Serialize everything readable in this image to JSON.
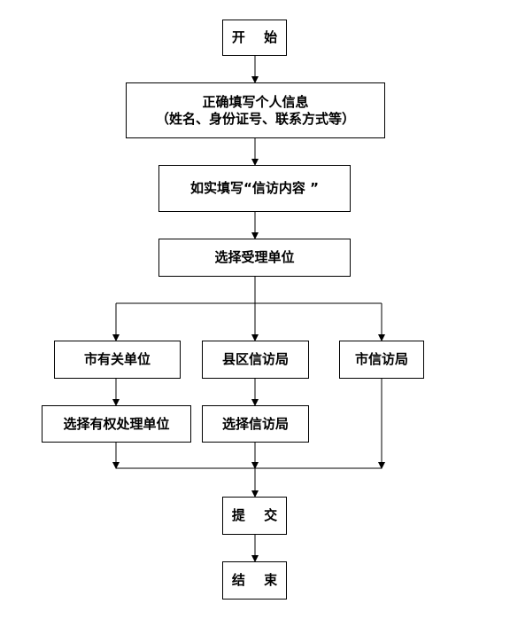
{
  "flowchart": {
    "start": "开 始",
    "fill_info": {
      "line1": "正确填写个人信息",
      "line2": "（姓名、身份证号、联系方式等）"
    },
    "fill_content": "如实填写“信访内容 ”",
    "choose_unit": "选择受理单位",
    "branches": {
      "city_units": "市有关单位",
      "county_office": "县区信访局",
      "city_office": "市信访局"
    },
    "choose_authority": "选择有权处理单位",
    "choose_office": "选择信访局",
    "submit": "提 交",
    "end": "结 束"
  }
}
